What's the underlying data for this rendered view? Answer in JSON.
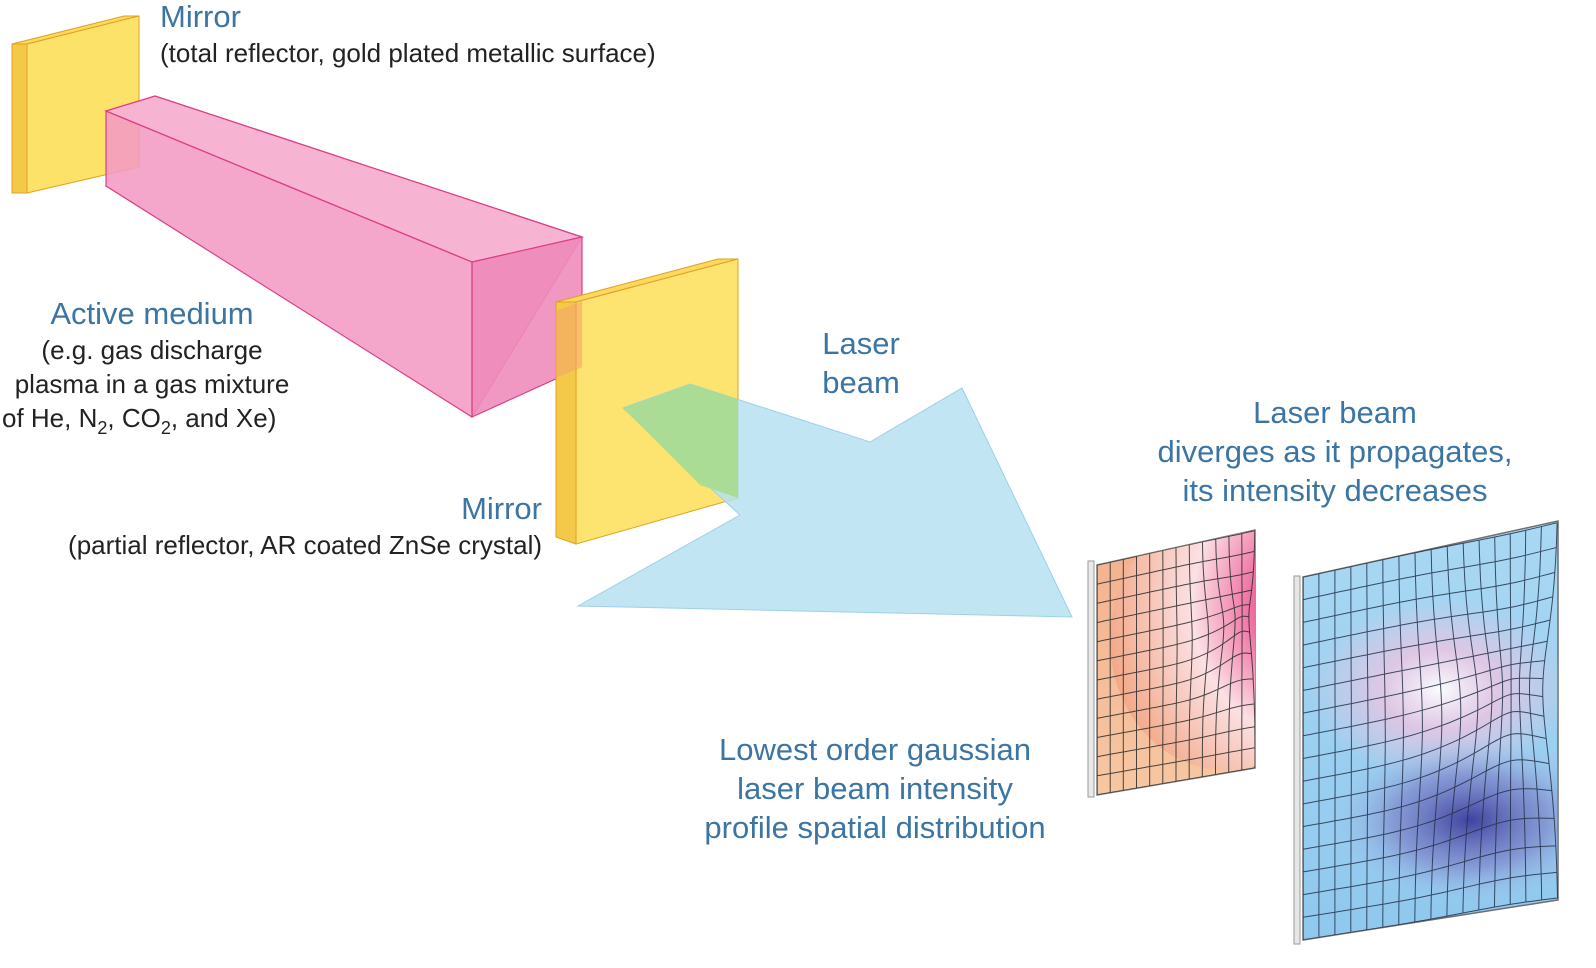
{
  "labels": {
    "mirror_top": {
      "title": "Mirror",
      "subtitle": "(total reflector, gold plated metallic surface)"
    },
    "active_medium": {
      "title": "Active medium",
      "line1": "(e.g. gas discharge",
      "line2": "plasma in a gas mixture",
      "line3_a": "of He, N",
      "line3_sub1": "2",
      "line3_b": ", CO",
      "line3_sub2": "2",
      "line3_c": ", and Xe)"
    },
    "mirror_bottom": {
      "title": "Mirror",
      "subtitle": "(partial reflector, AR coated ZnSe crystal)"
    },
    "laser_beam": {
      "line1": "Laser",
      "line2": "beam"
    },
    "diverge": {
      "line1": "Laser beam",
      "line2": "diverges as it propagates,",
      "line3": "its intensity decreases"
    },
    "gaussian": {
      "line1": "Lowest order gaussian",
      "line2": "laser beam intensity",
      "line3": "profile spatial distribution"
    }
  },
  "colors": {
    "label_blue": "#3c75a3",
    "text_dark": "#222222",
    "mirror_yellow": "#fde26a",
    "mirror_edge": "#e0a21e",
    "medium_pink": "#f39ac4",
    "medium_edge": "#dc3f86",
    "beam_blue": "#b6e1f1",
    "beam_overlap_green": "#a9dc8e",
    "profile_warm": "#f29a7a",
    "profile_magenta": "#d6246b",
    "profile_cool": "#9bd1f0",
    "profile_violet": "#3f3fa0"
  }
}
